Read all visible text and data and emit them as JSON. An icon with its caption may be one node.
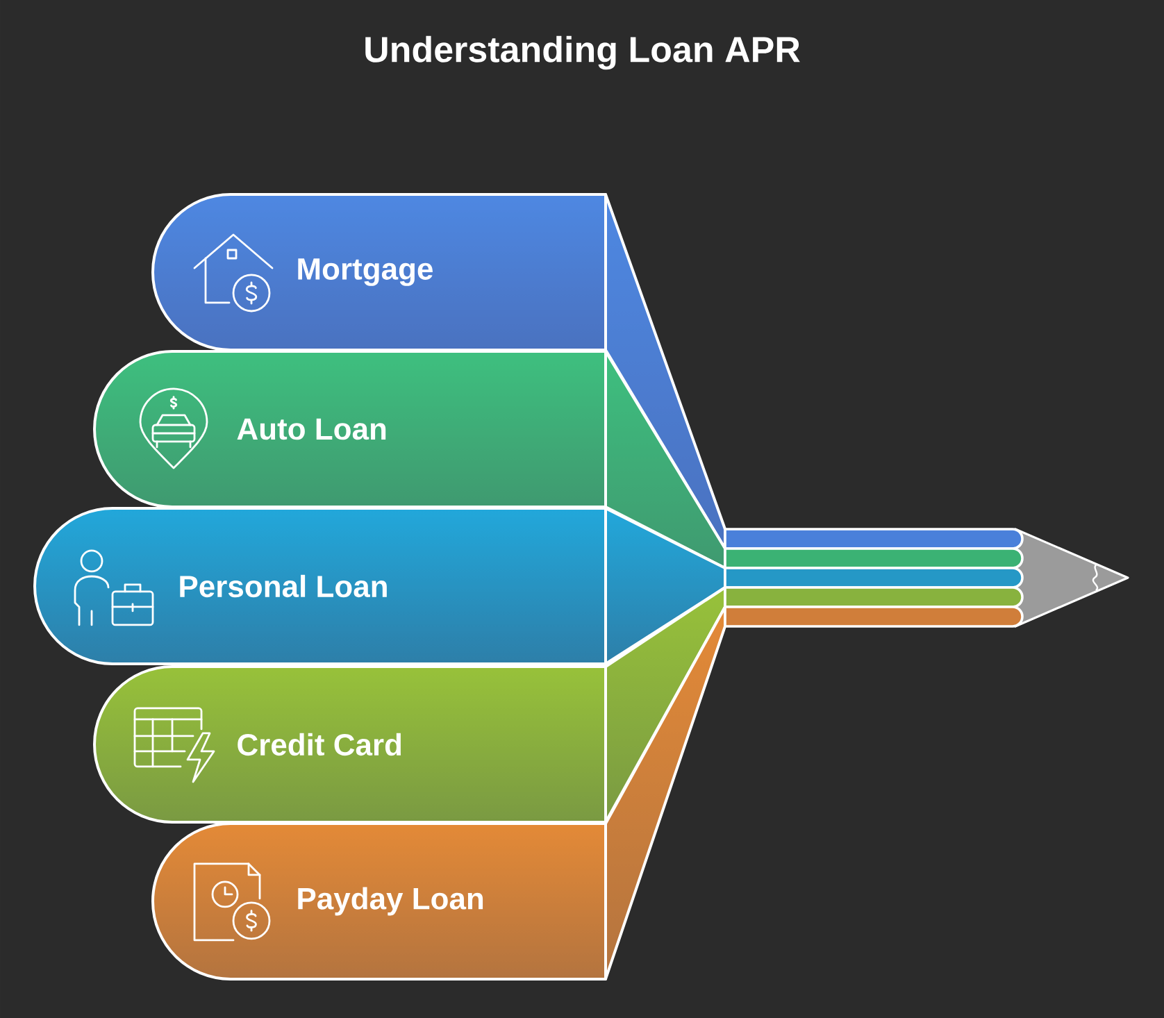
{
  "diagram": {
    "title": "Understanding Loan APR",
    "nodes": [
      {
        "text": [
          "Mortgage"
        ]
      },
      {
        "text": [
          "Auto Loan"
        ]
      },
      {
        "text": [
          "Personal Loan"
        ]
      },
      {
        "text": [
          "Credit Card"
        ]
      },
      {
        "text": [
          "Payday Loan"
        ]
      }
    ]
  }
}
